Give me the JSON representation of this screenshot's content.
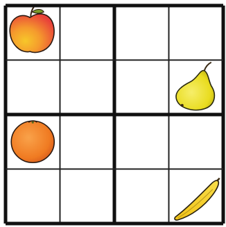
{
  "puzzle": {
    "rows": 4,
    "cols": 4,
    "box_size": 2,
    "cells": [
      [
        "apple",
        "",
        "",
        ""
      ],
      [
        "",
        "",
        "",
        "pear"
      ],
      [
        "orange",
        "",
        "",
        ""
      ],
      [
        "",
        "",
        "",
        "banana"
      ]
    ]
  },
  "fruit_icons": {
    "apple": "apple-icon",
    "pear": "pear-icon",
    "orange": "orange-icon",
    "banana": "banana-icon"
  },
  "colors": {
    "apple_red": "#e8403a",
    "apple_yellow": "#f7c72a",
    "pear_yellow": "#e9dc1f",
    "orange": "#f07b22",
    "banana": "#f2c318",
    "grid_line": "#111111"
  }
}
